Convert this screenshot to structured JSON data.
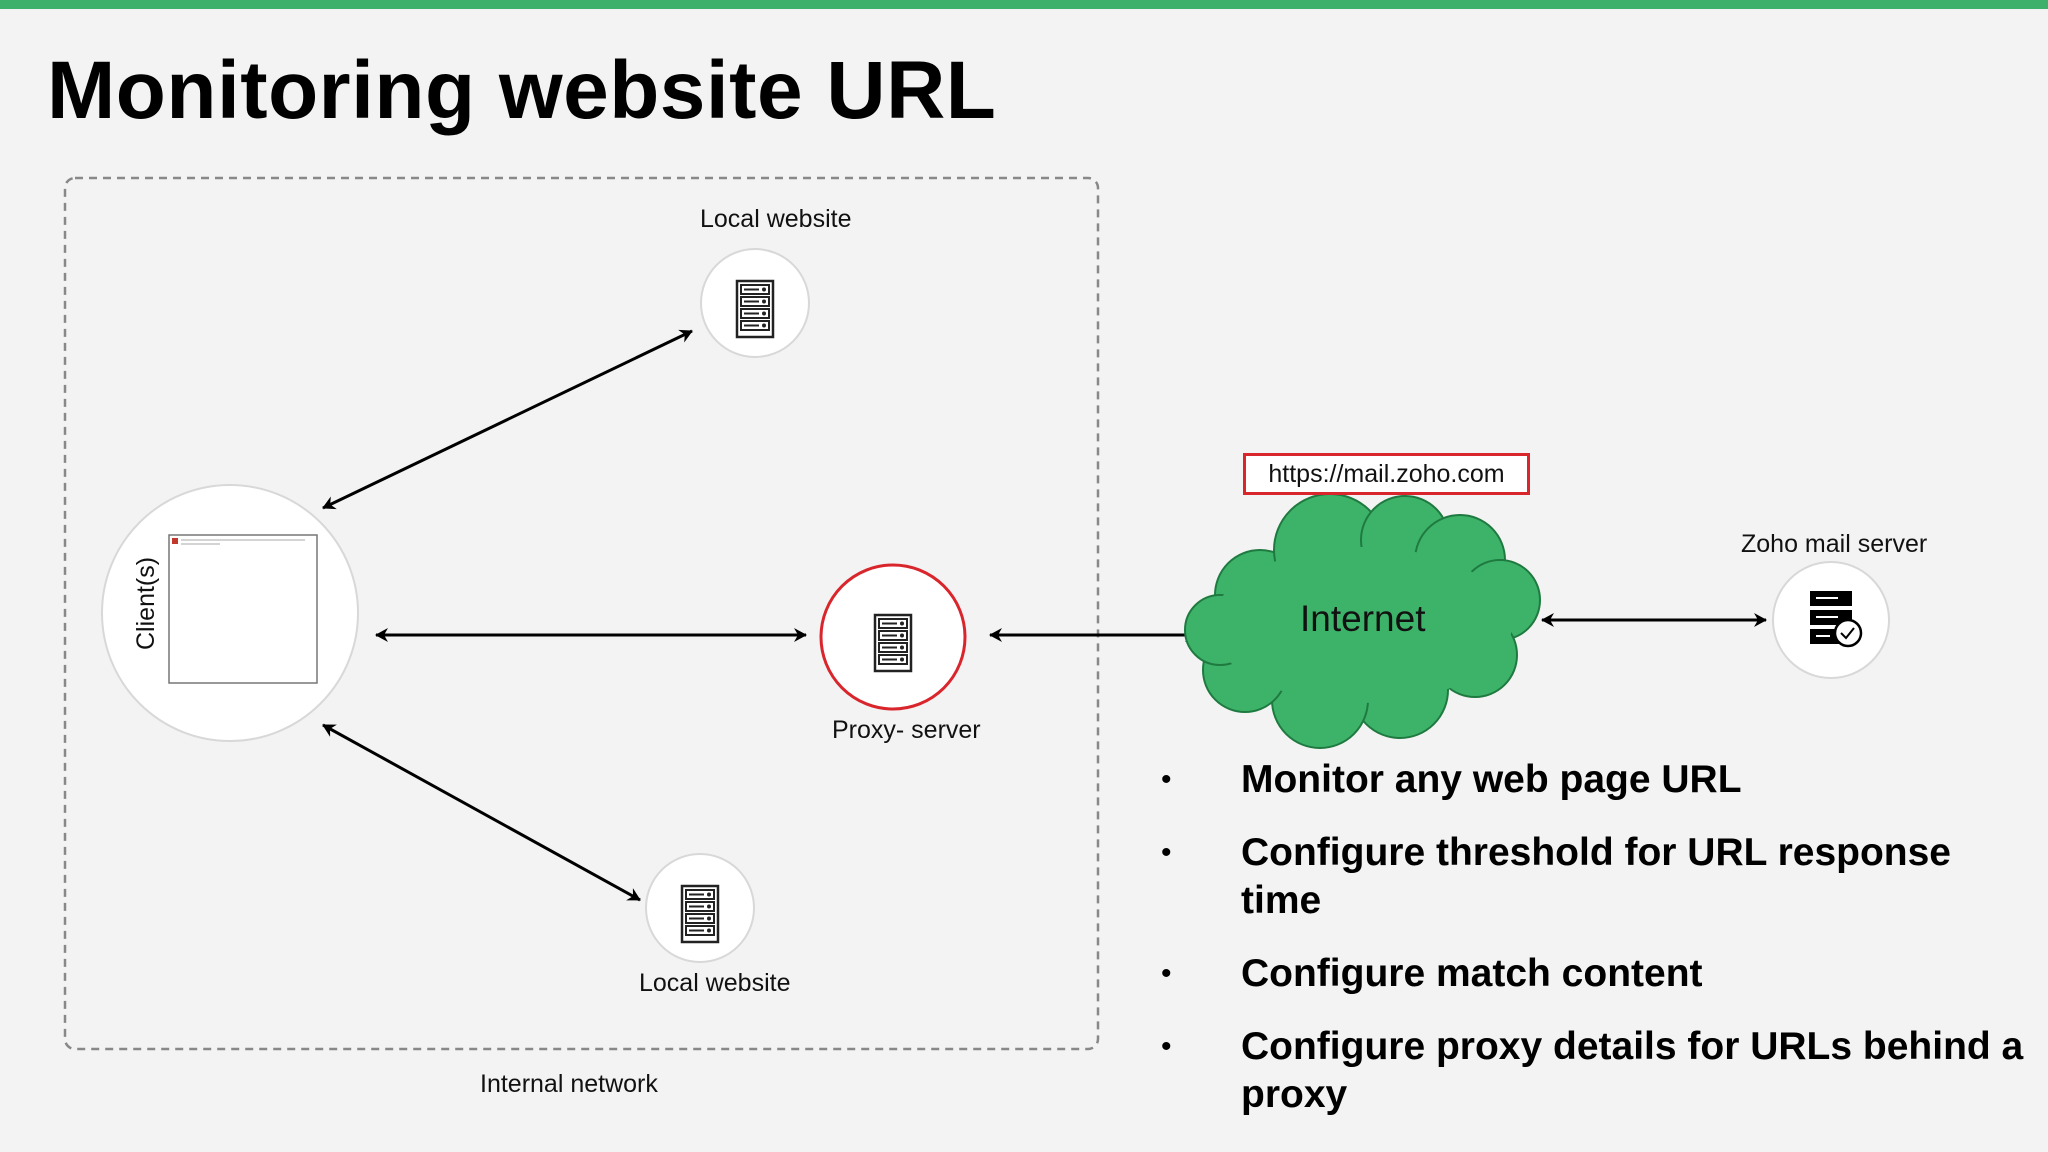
{
  "slide": {
    "title": "Monitoring website URL"
  },
  "diagram": {
    "internal_network_label": "Internal network",
    "local_website_top_label": "Local website",
    "local_website_bottom_label": "Local website",
    "client_label": "Client(s)",
    "proxy_label": "Proxy- server",
    "internet_label": "Internet",
    "url": "https://mail.zoho.com",
    "zoho_server_label": "Zoho mail server",
    "colors": {
      "accent_bar": "#3fb06b",
      "cloud": "#3db36a",
      "proxy_ring": "#d9262c",
      "url_box_border": "#d9262c"
    }
  },
  "bullets": [
    {
      "icon": "bullet-dot",
      "text": "Monitor any web page URL"
    },
    {
      "icon": "bullet-dot",
      "text": "Configure threshold for URL response time"
    },
    {
      "icon": "bullet-dot",
      "text": "Configure match content"
    },
    {
      "icon": "bullet-dot",
      "text": "Configure proxy details for URLs behind a proxy"
    }
  ]
}
